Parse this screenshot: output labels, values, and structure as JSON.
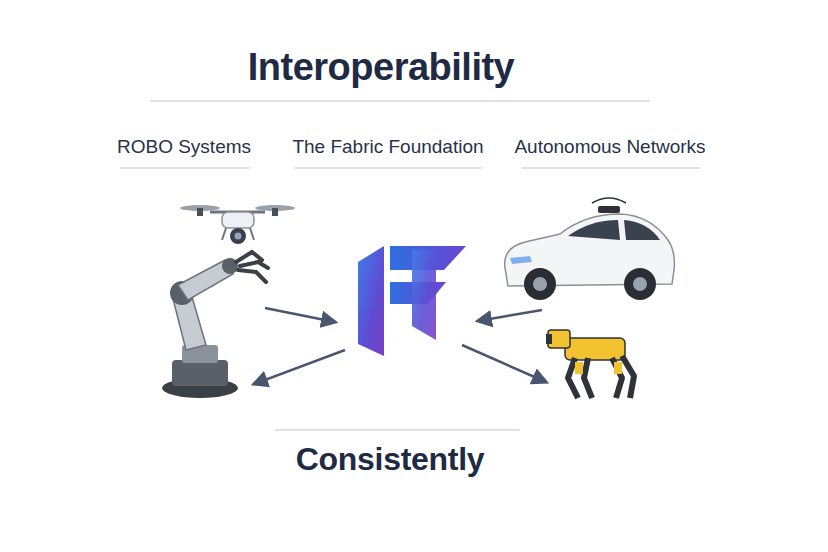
{
  "diagram": {
    "title": "Interoperability",
    "caption": "Consistently",
    "labels": [
      "ROBO Systems",
      "The Fabric Foundation",
      "Autonomous Networks"
    ]
  }
}
